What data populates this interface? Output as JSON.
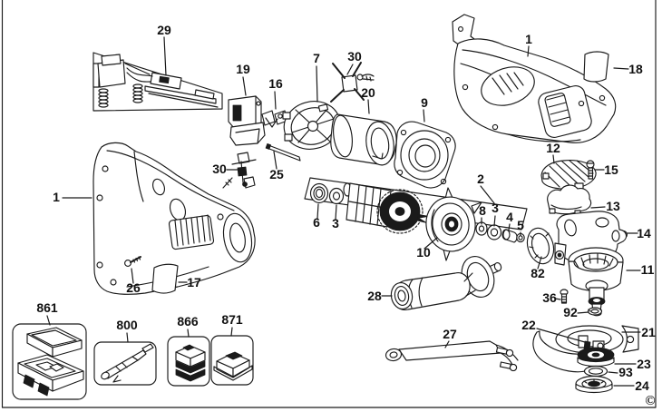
{
  "page": {
    "background": "#ffffff",
    "line_color": "#1a1a1a"
  },
  "diagram": {
    "copyright_symbol": "©",
    "callouts": [
      {
        "num": "29"
      },
      {
        "num": "19"
      },
      {
        "num": "16"
      },
      {
        "num": "7"
      },
      {
        "num": "30"
      },
      {
        "num": "20"
      },
      {
        "num": "9"
      },
      {
        "num": "1"
      },
      {
        "num": "18"
      },
      {
        "num": "25"
      },
      {
        "num": "30"
      },
      {
        "num": "12"
      },
      {
        "num": "15"
      },
      {
        "num": "13"
      },
      {
        "num": "2"
      },
      {
        "num": "6"
      },
      {
        "num": "3"
      },
      {
        "num": "10"
      },
      {
        "num": "8"
      },
      {
        "num": "3"
      },
      {
        "num": "4"
      },
      {
        "num": "5"
      },
      {
        "num": "82"
      },
      {
        "num": "14"
      },
      {
        "num": "11"
      },
      {
        "num": "36"
      },
      {
        "num": "92"
      },
      {
        "num": "1"
      },
      {
        "num": "26"
      },
      {
        "num": "17"
      },
      {
        "num": "28"
      },
      {
        "num": "27"
      },
      {
        "num": "22"
      },
      {
        "num": "21"
      },
      {
        "num": "23"
      },
      {
        "num": "93"
      },
      {
        "num": "24"
      },
      {
        "num": "861"
      },
      {
        "num": "800"
      },
      {
        "num": "866"
      },
      {
        "num": "871"
      }
    ]
  }
}
